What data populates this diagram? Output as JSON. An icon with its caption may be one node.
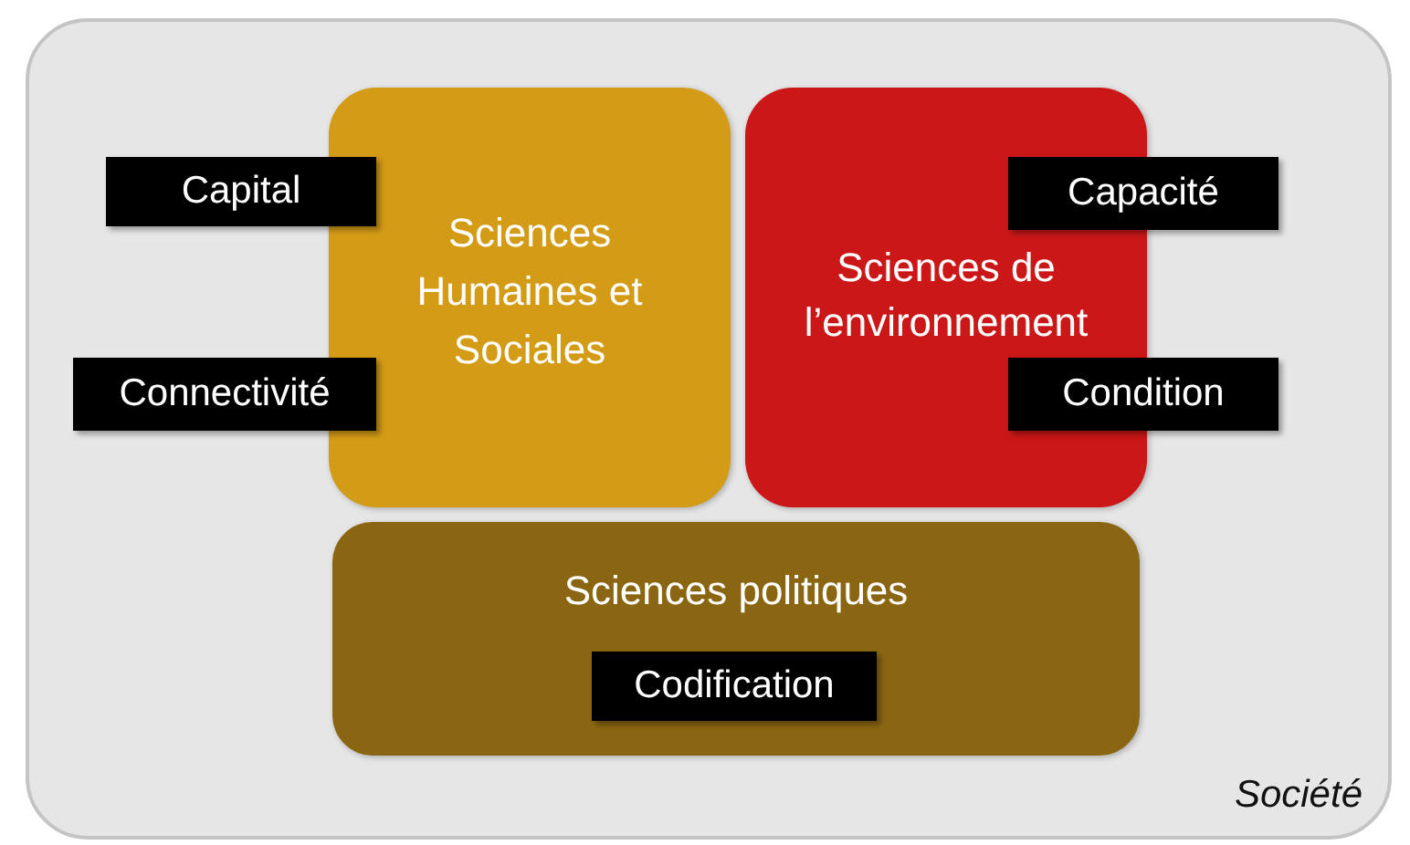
{
  "diagram": {
    "nodes": [
      {
        "text": [
          "Société"
        ]
      },
      {
        "text": [
          "Sciences Humaines et Sociales"
        ],
        "in": 0
      },
      {
        "text": [
          "Capital"
        ],
        "in": 0
      },
      {
        "text": [
          "Connectivité"
        ],
        "in": 0
      },
      {
        "text": [
          "Sciences de l’environnement"
        ],
        "in": 0
      },
      {
        "text": [
          "Capacité"
        ],
        "in": 0
      },
      {
        "text": [
          "Condition"
        ],
        "in": 0
      },
      {
        "text": [
          "Sciences politiques"
        ],
        "in": 0
      },
      {
        "text": [
          "Codification"
        ],
        "in": 7
      }
    ]
  }
}
